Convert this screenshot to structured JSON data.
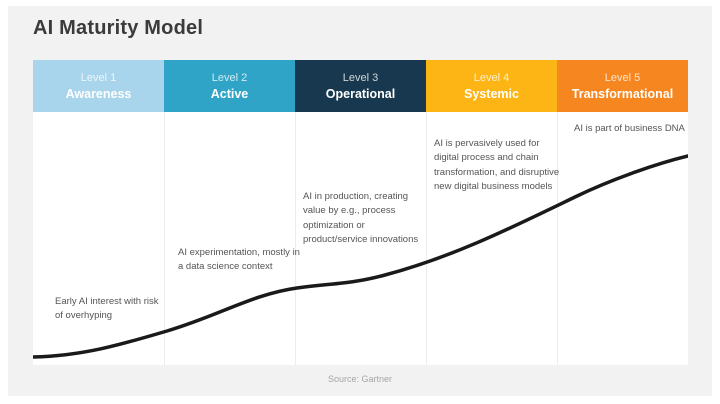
{
  "title": "AI Maturity Model",
  "footer": {
    "source": "Source: Gartner"
  },
  "curve": {
    "label": "maturity-curve",
    "color": "#1A1A1A"
  },
  "panel_background": "#FFFFFF",
  "slide_background": "#F2F2F3",
  "levels": [
    {
      "level": "Level 1",
      "name": "Awareness",
      "color": "#A8D5EB",
      "description": "Early AI interest with risk of overhyping"
    },
    {
      "level": "Level 2",
      "name": "Active",
      "color": "#2FA4C7",
      "description": "AI experimentation, mostly in a data science context"
    },
    {
      "level": "Level 3",
      "name": "Operational",
      "color": "#17384E",
      "description": "AI in production, creating value by e.g., process optimization or product/service innovations"
    },
    {
      "level": "Level 4",
      "name": "Systemic",
      "color": "#FDB515",
      "description": "AI is pervasively used for digital process and chain transformation, and disruptive new digital business models"
    },
    {
      "level": "Level 5",
      "name": "Transformational",
      "color": "#F6861F",
      "description": "AI is part of business DNA"
    }
  ]
}
